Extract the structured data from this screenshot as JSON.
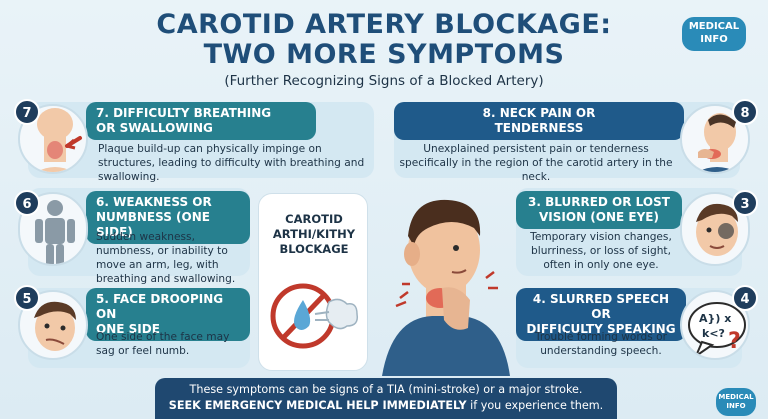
{
  "header": {
    "title_line1": "CAROTID ARTERY BLOCKAGE:",
    "title_line2": "TWO MORE SYMPTOMS",
    "subtitle": "(Further Recognizing Signs of a Blocked Artery)",
    "badge_line1": "MEDICAL",
    "badge_line2": "INFO"
  },
  "cards": {
    "c7": {
      "number": "7",
      "title_line1": "7. DIFFICULTY BREATHING",
      "title_line2": "OR SWALLOWING",
      "text": "Plaque build-up can physically impinge on structures, leading to difficulty with breathing and swallowing."
    },
    "c8": {
      "number": "8",
      "title_line1": "8. NECK PAIN OR",
      "title_line2": "TENDERNESS",
      "text": "Unexplained persistent pain or tenderness specifically in the region of the carotid artery in the neck."
    },
    "c6": {
      "number": "6",
      "title_line1": "6. WEAKNESS OR",
      "title_line2": "NUMBNESS (ONE SIDE)",
      "text": "Sudden weakness, numbness, or inability to move an arm, leg, with breathing and swallowing."
    },
    "c3": {
      "number": "3",
      "title_line1": "3. BLURRED OR LOST",
      "title_line2": "VISION (ONE EYE)",
      "text": "Temporary vision changes, blurriness, or loss of sight, often in only one eye."
    },
    "c5": {
      "number": "5",
      "title_line1": "5. FACE DROOPING ON",
      "title_line2": "ONE SIDE",
      "text": "One side of the face may sag or feel numb."
    },
    "c4": {
      "number": "4",
      "title_line1": "4. SLURRED SPEECH OR",
      "title_line2": "DIFFICULTY SPEAKING",
      "text": "Trouble forming words or understanding speech."
    }
  },
  "center_panel": {
    "line1": "CAROTID",
    "line2": "ARTHI/KITHY",
    "line3": "BLOCKAGE"
  },
  "speech_bubble": {
    "line1": "A}) x",
    "line2": "k<?",
    "mark": "?"
  },
  "footer": {
    "line1": "These symptoms can be signs of a TIA (mini-stroke) or a major stroke.",
    "line2_bold": "SEEK EMERGENCY MEDICAL HELP IMMEDIATELY",
    "line2_rest": " if you experience them.",
    "badge_line1": "MEDICAL",
    "badge_line2": "INFO"
  },
  "colors": {
    "title": "#1f4e79",
    "teal": "#27808f",
    "navy": "#1f5a8a",
    "footer": "#1f4870",
    "badge": "#2a8bb8"
  }
}
